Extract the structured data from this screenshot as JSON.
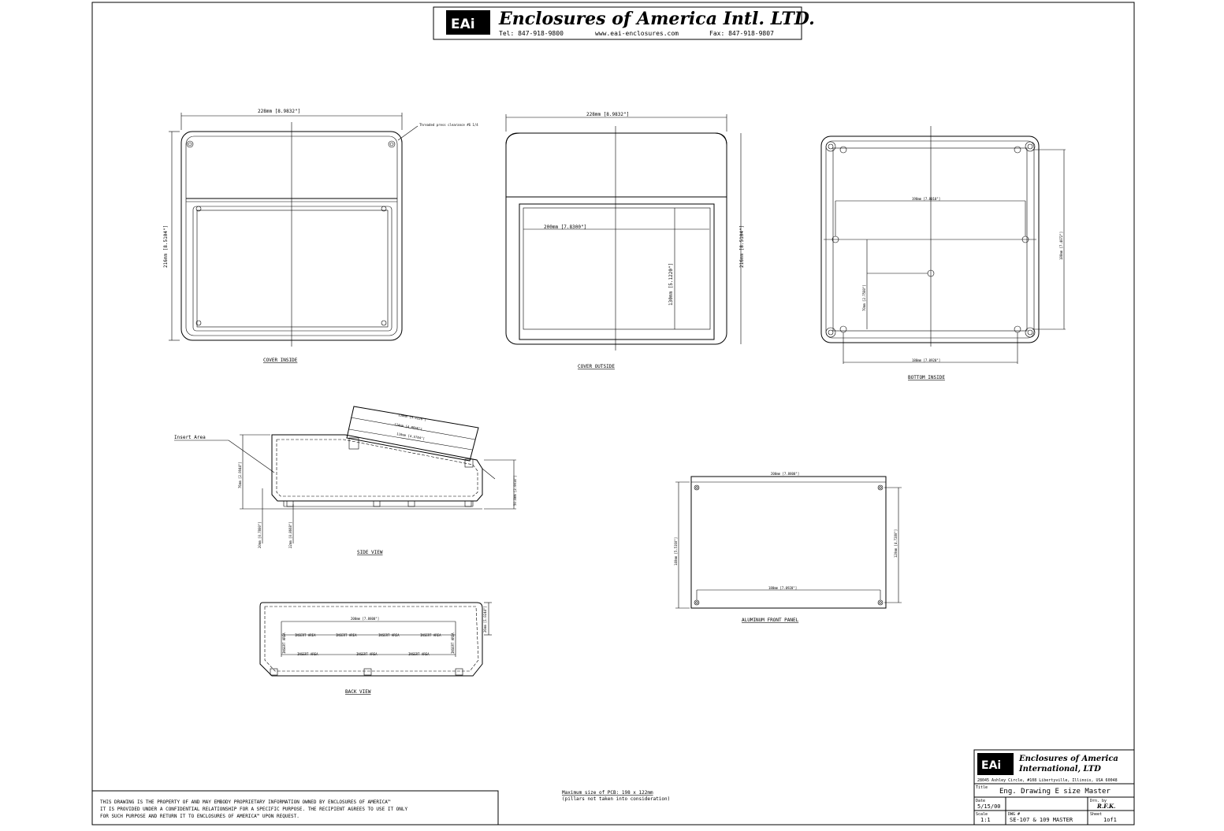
{
  "header": {
    "logo_text": "EAi",
    "company": "Enclosures of America Intl. LTD.",
    "tel": "Tel: 847-918-9800",
    "web": "www.eai-enclosures.com",
    "fax": "Fax: 847-918-9807"
  },
  "views": {
    "cover_inside": {
      "label": "COVER INSIDE",
      "width_dim": "228mm [8.9832\"]",
      "height_dim": "216mm [8.5104\"]",
      "note": "Threaded press clearance #6 1/4"
    },
    "cover_outside": {
      "label": "COVER OUTSIDE",
      "width_dim": "228mm [8.9832\"]",
      "inner_width_dim": "200mm [7.8300\"]",
      "inner_height_dim": "130mm [5.1220\"]",
      "height_dim": "216mm [8.5104\"]"
    },
    "bottom_inside": {
      "label": "BOTTOM INSIDE",
      "top_dim": "198mm [7.8010\"]",
      "bottom_dim": "180mm [7.0920\"]",
      "right_dim": "188mm [7.4072\"]",
      "left_dim": "70mm [2.7580\"]"
    },
    "side_view": {
      "label": "SIDE VIEW",
      "insert_label": "Insert Area",
      "dim_top_1": "130mm [5.1220\"]",
      "dim_top_2": "124mm [4.8856\"]",
      "dim_top_3": "116mm [4.5704\"]",
      "height_left": "76mm [2.9944\"]",
      "height_right": "50.8mm [2.0014\"]",
      "bottom_left": "20mm [0.7880\"]",
      "bottom_mid": "22mm [0.8668\"]"
    },
    "back_view": {
      "label": "BACK VIEW",
      "width_dim": "200mm [7.8800\"]",
      "height_dim": "26mm [1.0244\"]",
      "insert_top": [
        "INSERT AREA",
        "INSERT AREA",
        "INSERT AREA",
        "INSERT AREA"
      ],
      "insert_bottom": [
        "INSERT AREA",
        "INSERT AREA",
        "INSERT AREA"
      ],
      "side_left": "INSERT AREA",
      "side_right": "INSERT AREA"
    },
    "front_panel": {
      "label": "ALUMINUM FRONT PANEL",
      "top_dim": "200mm [7.8800\"]",
      "bottom_dim": "180mm [7.0920\"]",
      "left_dim": "140mm [5.5160\"]",
      "right_dim": "120mm [4.7280\"]"
    }
  },
  "notes": {
    "pcb_size": "Maximum size of PCB: 198 x 122mm",
    "pcb_note": "(pillars not taken into consideration)",
    "proprietary_1": "THIS DRAWING IS THE PROPERTY OF AND MAY EMBODY PROPRIETARY INFORMATION OWNED BY ENCLOSURES OF AMERICA™",
    "proprietary_2": "IT IS PROVIDED UNDER A CONFIDENTIAL RELATIONSHIP FOR A SPECIFIC PURPOSE. THE RECIPIENT AGREES TO USE IT ONLY",
    "proprietary_3": "FOR SUCH PURPOSE AND RETURN IT TO ENCLOSURES OF AMERICA™ UPON REQUEST."
  },
  "title_block": {
    "logo_text": "EAi",
    "company_1": "Enclosures of America",
    "company_2": "International, LTD",
    "address": "28045 Ashley Circle, #108 Libertyville, Illinois, USA 60048",
    "title_label": "Title",
    "title_value": "Eng. Drawing E size Master",
    "date_label": "Date",
    "date_value": "5/15/00",
    "drawn_label": "Drn. by",
    "drawn_value": "R.F.K.",
    "scale_label": "Scale",
    "scale_value": "1:1",
    "dwg_label": "DWG #",
    "dwg_value": "SE-107 & 109 MASTER",
    "sheet_label": "Sheet",
    "sheet_value": "1of1"
  }
}
